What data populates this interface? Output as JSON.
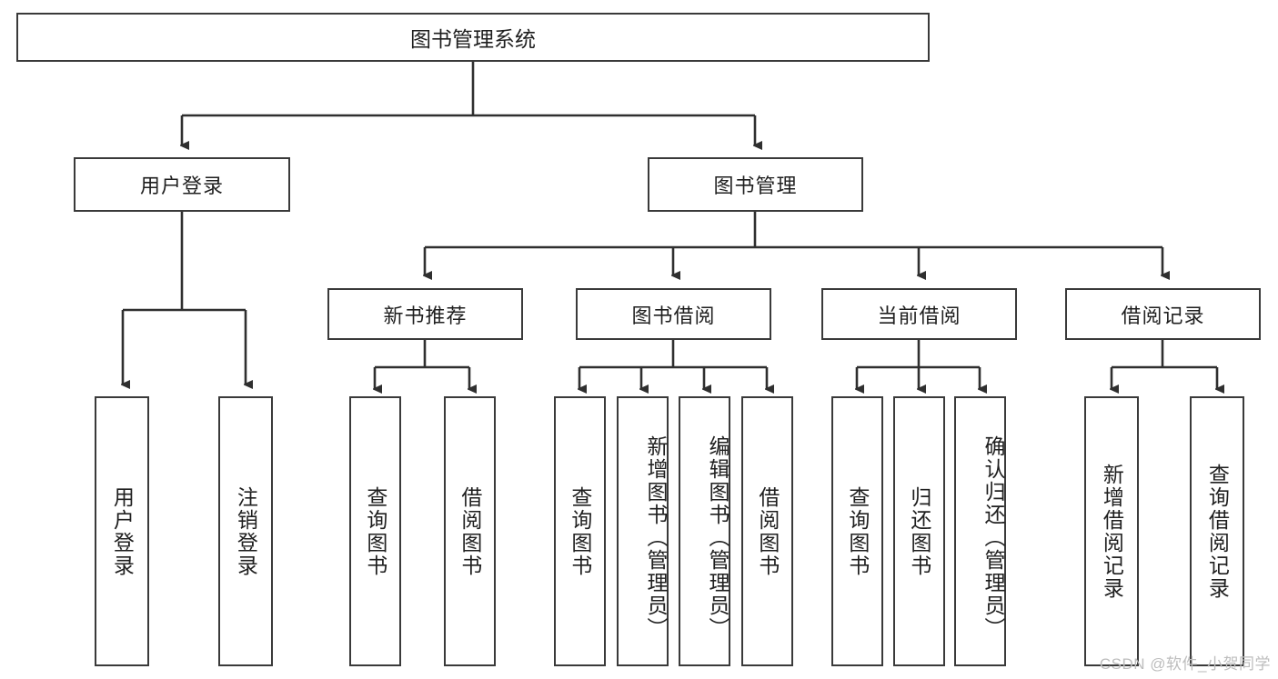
{
  "diagram": {
    "type": "tree-hierarchy-chart",
    "title": "图书管理系统",
    "colors": {
      "box_border": "#3a3a3a",
      "box_fill": "#ffffff",
      "edge": "#2f2f2f",
      "text": "#1f1f1f",
      "watermark": "#bdbdbd",
      "background": "#ffffff"
    },
    "nodes": {
      "root": {
        "id": "root",
        "label": "图书管理系统",
        "level": 0
      },
      "level1": [
        {
          "id": "user-login",
          "label": "用户登录",
          "level": 1
        },
        {
          "id": "book-manage",
          "label": "图书管理",
          "level": 1
        }
      ],
      "level2": [
        {
          "id": "new-book-recommend",
          "label": "新书推荐",
          "level": 2,
          "parent": "book-manage"
        },
        {
          "id": "book-borrow",
          "label": "图书借阅",
          "level": 2,
          "parent": "book-manage"
        },
        {
          "id": "current-borrow",
          "label": "当前借阅",
          "level": 2,
          "parent": "book-manage"
        },
        {
          "id": "borrow-record",
          "label": "借阅记录",
          "level": 2,
          "parent": "book-manage"
        }
      ],
      "leaves": [
        {
          "id": "leaf-user-login",
          "label": "用户登录",
          "parent": "user-login"
        },
        {
          "id": "leaf-logout",
          "label": "注销登录",
          "parent": "user-login"
        },
        {
          "id": "leaf-query-book-1",
          "label": "查询图书",
          "parent": "new-book-recommend"
        },
        {
          "id": "leaf-borrow-book-1",
          "label": "借阅图书",
          "parent": "new-book-recommend"
        },
        {
          "id": "leaf-query-book-2",
          "label": "查询图书",
          "parent": "book-borrow"
        },
        {
          "id": "leaf-add-book",
          "label": "新增图书（管理员）",
          "parent": "book-borrow"
        },
        {
          "id": "leaf-edit-book",
          "label": "编辑图书（管理员）",
          "parent": "book-borrow"
        },
        {
          "id": "leaf-borrow-book-2",
          "label": "借阅图书",
          "parent": "book-borrow"
        },
        {
          "id": "leaf-query-book-3",
          "label": "查询图书",
          "parent": "current-borrow"
        },
        {
          "id": "leaf-return-book",
          "label": "归还图书",
          "parent": "current-borrow"
        },
        {
          "id": "leaf-confirm-return",
          "label": "确认归还（管理员）",
          "parent": "current-borrow"
        },
        {
          "id": "leaf-add-record",
          "label": "新增借阅记录",
          "parent": "borrow-record"
        },
        {
          "id": "leaf-query-record",
          "label": "查询借阅记录",
          "parent": "borrow-record"
        }
      ]
    },
    "watermark": "CSDN @软件_小贺同学"
  }
}
